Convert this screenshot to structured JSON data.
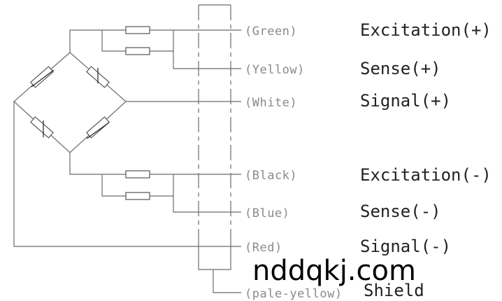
{
  "wires": [
    {
      "color": "(Green)",
      "signal": "Excitation(+)"
    },
    {
      "color": "(Yellow)",
      "signal": "Sense(+)"
    },
    {
      "color": "(White)",
      "signal": "Signal(+)"
    },
    {
      "color": "(Black)",
      "signal": "Excitation(-)"
    },
    {
      "color": "(Blue)",
      "signal": "Sense(-)"
    },
    {
      "color": "(Red)",
      "signal": "Signal(-)"
    },
    {
      "color": "(pale-yellow)",
      "signal": "Shield"
    }
  ],
  "watermark": "nddqkj.com"
}
